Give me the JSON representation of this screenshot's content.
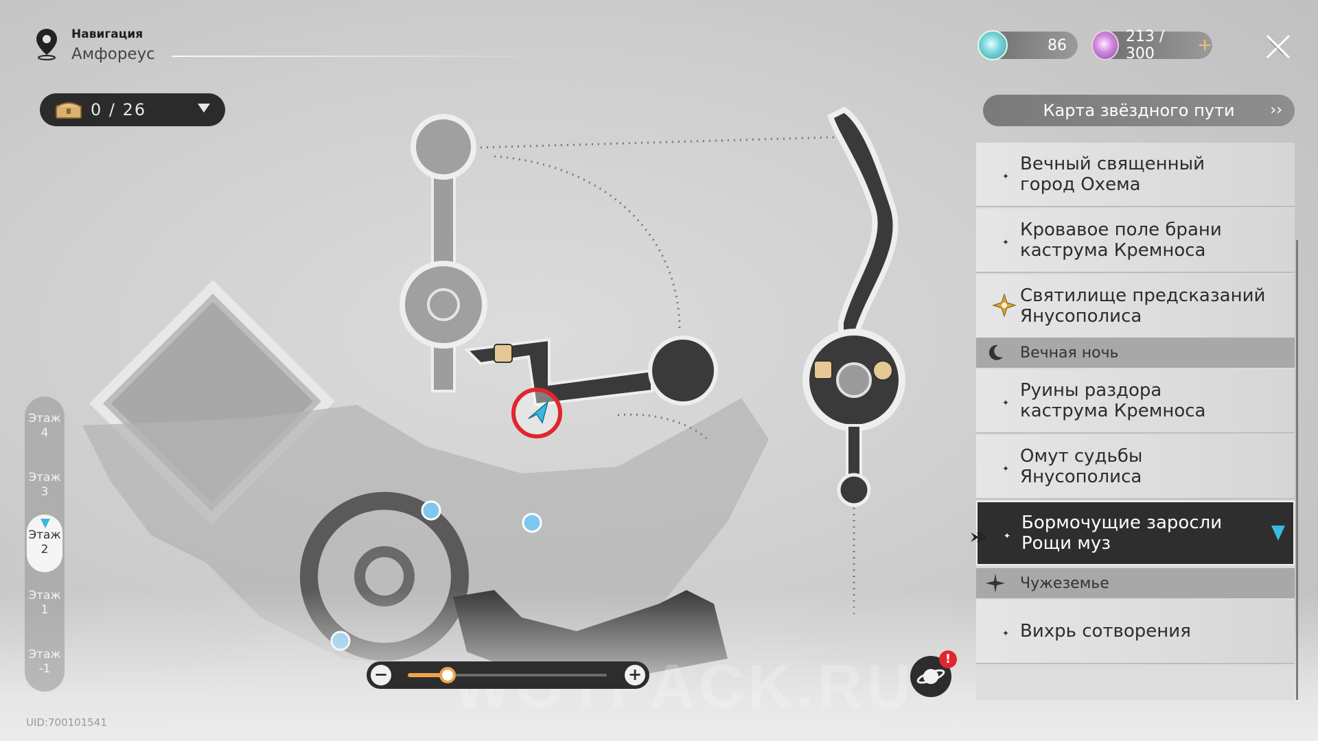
{
  "navigation": {
    "title": "Навигация",
    "region": "Амфореус"
  },
  "chest": {
    "count": "0 / 26",
    "icon": "chest-icon"
  },
  "resources": [
    {
      "name": "trailblaze-fuel",
      "value": "86",
      "color": "#7cd6db"
    },
    {
      "name": "trailblaze-power",
      "value": "213 / 300",
      "plus": "+",
      "color": "#d38adf"
    }
  ],
  "sidebar": {
    "header": "Карта звёздного пути",
    "items": [
      {
        "type": "item",
        "label_l1": "Вечный священный",
        "label_l2": "город Охема"
      },
      {
        "type": "item",
        "label_l1": "Кровавое поле брани",
        "label_l2": "каструма Кремноса"
      },
      {
        "type": "item",
        "label_l1": "Святилище предсказаний",
        "label_l2": "Янусополиса"
      },
      {
        "type": "section",
        "label": "Вечная ночь"
      },
      {
        "type": "item",
        "label_l1": "Руины раздора",
        "label_l2": "каструма Кремноса"
      },
      {
        "type": "item",
        "label_l1": "Омут судьбы",
        "label_l2": "Янусополиса"
      },
      {
        "type": "item",
        "label_l1": "Бормочущие заросли",
        "label_l2": "Рощи муз",
        "active": true
      },
      {
        "type": "section",
        "label": "Чужеземье"
      },
      {
        "type": "item",
        "label_l1": "Вихрь сотворения",
        "label_l2": ""
      }
    ]
  },
  "floors": [
    {
      "label_l1": "Этаж",
      "label_l2": "4"
    },
    {
      "label_l1": "Этаж",
      "label_l2": "3"
    },
    {
      "label_l1": "Этаж",
      "label_l2": "2",
      "active": true
    },
    {
      "label_l1": "Этаж",
      "label_l2": "1"
    },
    {
      "label_l1": "Этаж",
      "label_l2": "-1"
    }
  ],
  "zoom": {
    "minus": "−",
    "plus": "+",
    "level": 0.2
  },
  "notification": {
    "badge": "!"
  },
  "uid": "UID:700101541",
  "watermark": "WOTPACK.RU",
  "colors": {
    "accent": "#f0a34a",
    "player": "#3cb8e0",
    "highlight": "#e0262e"
  }
}
